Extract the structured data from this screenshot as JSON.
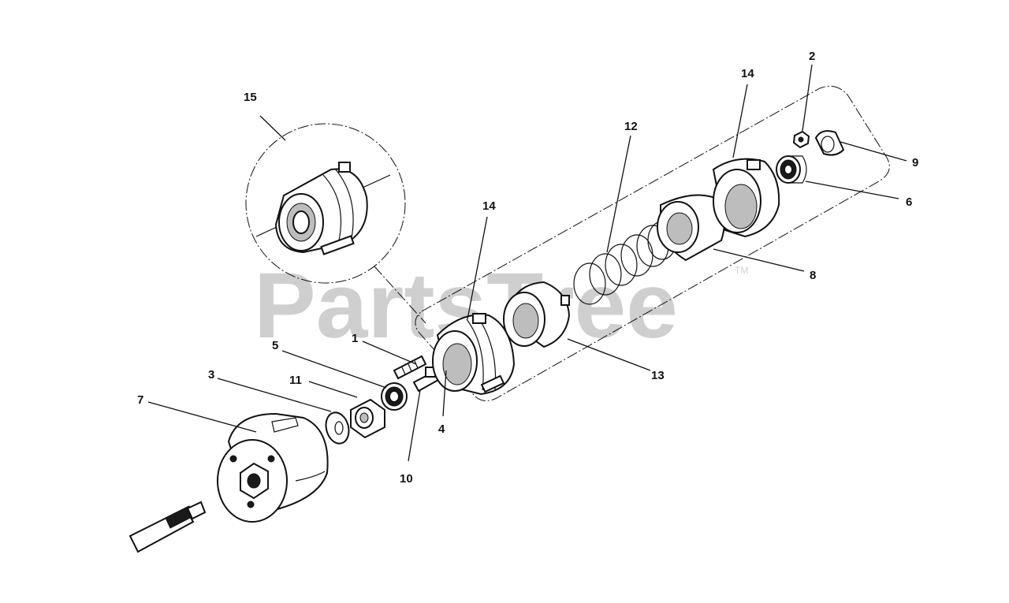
{
  "watermark": {
    "text": "PartsTree",
    "trademark": "TM"
  },
  "callouts": {
    "p1": "1",
    "p2": "2",
    "p3": "3",
    "p4": "4",
    "p5": "5",
    "p6": "6",
    "p7": "7",
    "p8": "8",
    "p9": "9",
    "p10": "10",
    "p11": "11",
    "p12": "12",
    "p13": "13",
    "p14a": "14",
    "p14b": "14",
    "p15": "15"
  }
}
